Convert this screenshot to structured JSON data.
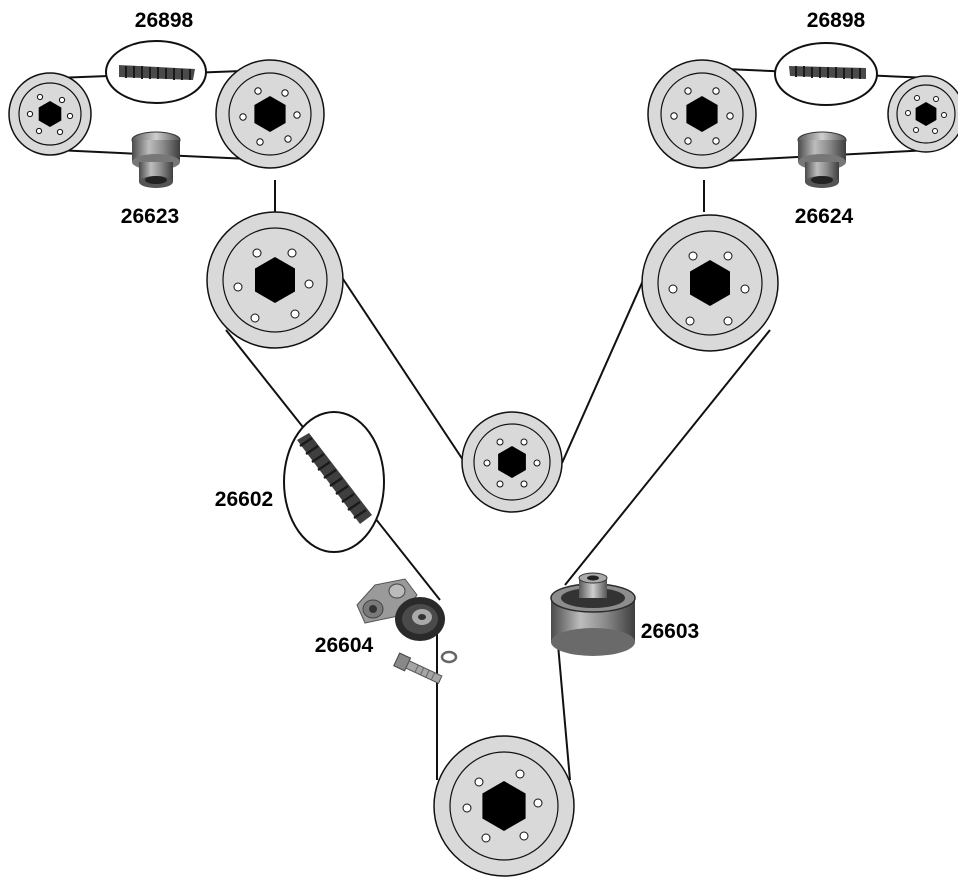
{
  "colors": {
    "pulley_fill": "#d9d9d9",
    "hub_fill": "#000000",
    "belt_stroke": "#111111",
    "label_text": "#000000",
    "part_gray": "#6b6b6b"
  },
  "labels": {
    "belt_left_upper": "26898",
    "belt_right_upper": "26898",
    "idler_left": "26623",
    "idler_right": "26624",
    "main_belt": "26602",
    "tensioner": "26604",
    "idler_lower": "26603"
  },
  "icons": {
    "pulley": "timing-pulley-icon",
    "belt_segment": "toothed-belt-icon",
    "idler": "idler-roller-icon",
    "tensioner": "belt-tensioner-icon"
  }
}
